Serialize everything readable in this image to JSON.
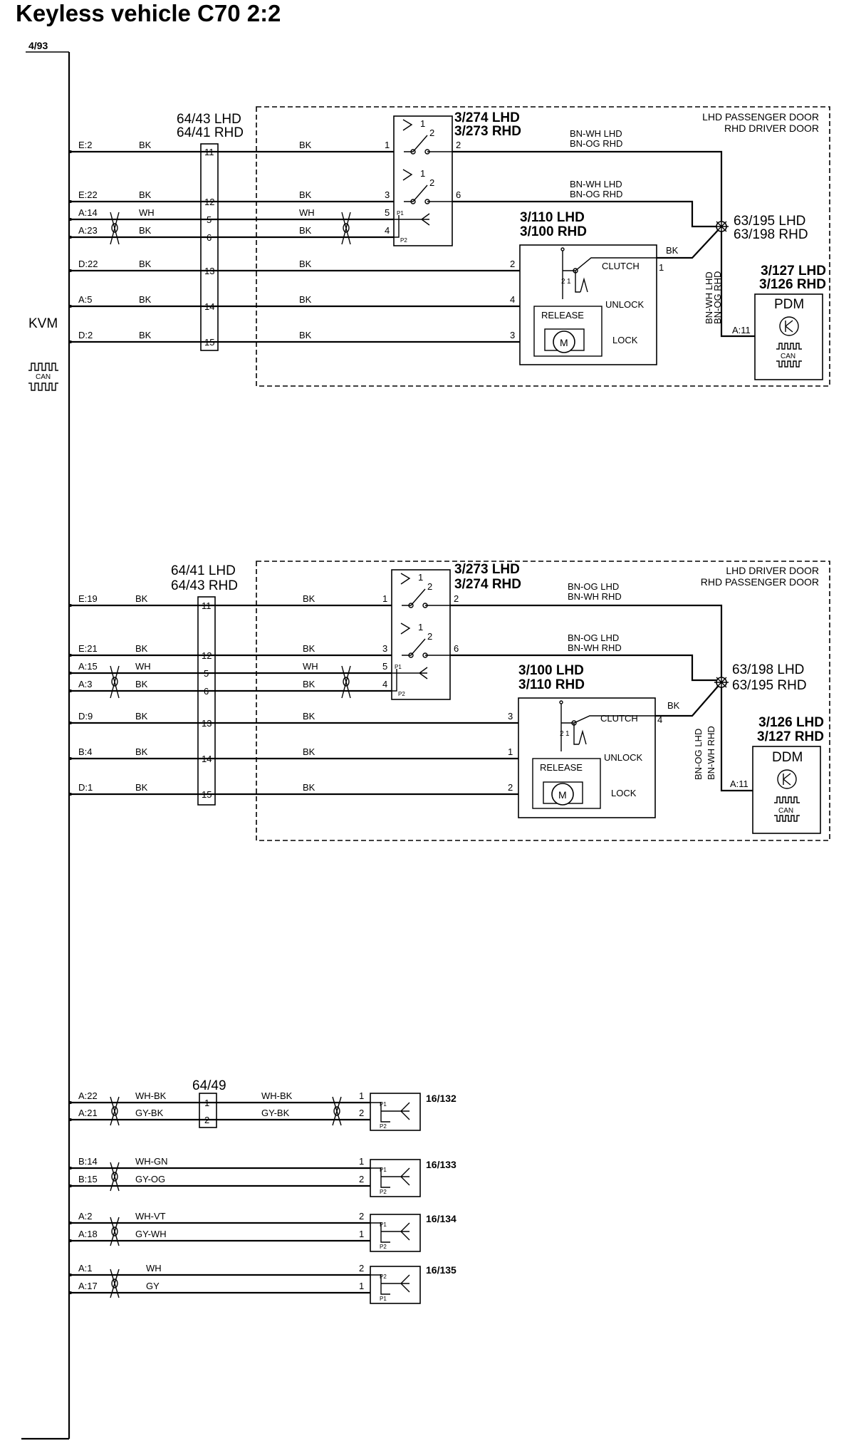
{
  "title": "Keyless vehicle C70 2:2",
  "page_ref": "4/93",
  "module": {
    "name": "KVM",
    "can": "CAN"
  },
  "sec1": {
    "connector": {
      "l1": "64/43 LHD",
      "l2": "64/41 RHD",
      "pins": [
        "11",
        "12",
        "5",
        "6",
        "13",
        "14",
        "15"
      ]
    },
    "kvm_pins": [
      "E:2",
      "E:22",
      "A:14",
      "A:23",
      "D:22",
      "A:5",
      "D:2"
    ],
    "left_colors": [
      "BK",
      "BK",
      "WH",
      "BK",
      "BK",
      "BK",
      "BK"
    ],
    "mid_colors": [
      "BK",
      "BK",
      "WH",
      "BK",
      "BK",
      "BK",
      "BK"
    ],
    "switch": {
      "l1": "3/274 LHD",
      "l2": "3/273 RHD",
      "p1": "1",
      "p2": "2",
      "pins_left": [
        "1",
        "3",
        "5",
        "4"
      ],
      "pins_right": [
        "2",
        "6"
      ],
      "tp1": "P1",
      "tp2": "P2"
    },
    "door": {
      "l1": "LHD PASSENGER DOOR",
      "l2": "RHD DRIVER DOOR"
    },
    "w_top": {
      "l1": "BN-WH LHD",
      "l2": "BN-OG RHD"
    },
    "w_mid": {
      "l1": "BN-WH LHD",
      "l2": "BN-OG RHD"
    },
    "splice": {
      "l1": "63/195 LHD",
      "l2": "63/198 RHD"
    },
    "lock": {
      "l1": "3/110 LHD",
      "l2": "3/100 RHD",
      "clutch": "CLUTCH",
      "unlock": "UNLOCK",
      "lock": "LOCK",
      "release": "RELEASE",
      "motor": "M",
      "sw2": "2",
      "sw1": "1",
      "pins": [
        "2",
        "4",
        "3"
      ],
      "out_pin": "1",
      "out_color": "BK"
    },
    "vert": {
      "l1": "BN-WH LHD",
      "l2": "BN-OG RHD"
    },
    "dm": {
      "l1": "3/127 LHD",
      "l2": "3/126 RHD",
      "name": "PDM",
      "pin": "A:11",
      "can": "CAN"
    }
  },
  "sec2": {
    "connector": {
      "l1": "64/41 LHD",
      "l2": "64/43 RHD",
      "pins": [
        "11",
        "12",
        "5",
        "6",
        "13",
        "14",
        "15"
      ]
    },
    "kvm_pins": [
      "E:19",
      "E:21",
      "A:15",
      "A:3",
      "D:9",
      "B:4",
      "D:1"
    ],
    "left_colors": [
      "BK",
      "BK",
      "WH",
      "BK",
      "BK",
      "BK",
      "BK"
    ],
    "mid_colors": [
      "BK",
      "BK",
      "WH",
      "BK",
      "BK",
      "BK",
      "BK"
    ],
    "switch": {
      "l1": "3/273 LHD",
      "l2": "3/274 RHD",
      "p1": "1",
      "p2": "2",
      "pins_left": [
        "1",
        "3",
        "5",
        "4"
      ],
      "pins_right": [
        "2",
        "6"
      ],
      "tp1": "P1",
      "tp2": "P2"
    },
    "door": {
      "l1": "LHD DRIVER DOOR",
      "l2": "RHD PASSENGER DOOR"
    },
    "w_top": {
      "l1": "BN-OG LHD",
      "l2": "BN-WH RHD"
    },
    "w_mid": {
      "l1": "BN-OG LHD",
      "l2": "BN-WH RHD"
    },
    "splice": {
      "l1": "63/198 LHD",
      "l2": "63/195 RHD"
    },
    "lock": {
      "l1": "3/100 LHD",
      "l2": "3/110 RHD",
      "clutch": "CLUTCH",
      "unlock": "UNLOCK",
      "lock": "LOCK",
      "release": "RELEASE",
      "motor": "M",
      "sw2": "2",
      "sw1": "1",
      "pins": [
        "3",
        "1",
        "2"
      ],
      "out_pin": "4",
      "out_color": "BK"
    },
    "vert": {
      "l1": "BN-OG LHD",
      "l2": "BN-WH RHD"
    },
    "dm": {
      "l1": "3/126 LHD",
      "l2": "3/127 RHD",
      "name": "DDM",
      "pin": "A:11",
      "can": "CAN"
    }
  },
  "bottom": {
    "connector": {
      "name": "64/49",
      "pins": [
        "1",
        "2"
      ]
    },
    "groups": [
      {
        "kvm": [
          "A:22",
          "A:21"
        ],
        "colors": [
          "WH-BK",
          "GY-BK"
        ],
        "mid": [
          "WH-BK",
          "GY-BK"
        ],
        "pins": [
          "1",
          "2"
        ],
        "inner": [
          "P1",
          "P2"
        ],
        "name": "16/132"
      },
      {
        "kvm": [
          "B:14",
          "B:15"
        ],
        "colors": [
          "WH-GN",
          "GY-OG"
        ],
        "pins": [
          "1",
          "2"
        ],
        "inner": [
          "P1",
          "P2"
        ],
        "name": "16/133"
      },
      {
        "kvm": [
          "A:2",
          "A:18"
        ],
        "colors": [
          "WH-VT",
          "GY-WH"
        ],
        "pins": [
          "2",
          "1"
        ],
        "inner": [
          "P1",
          "P2"
        ],
        "name": "16/134"
      },
      {
        "kvm": [
          "A:1",
          "A:17"
        ],
        "colors": [
          "WH",
          "GY"
        ],
        "pins": [
          "2",
          "1"
        ],
        "inner": [
          "P2",
          "P1"
        ],
        "name": "16/135"
      }
    ]
  }
}
